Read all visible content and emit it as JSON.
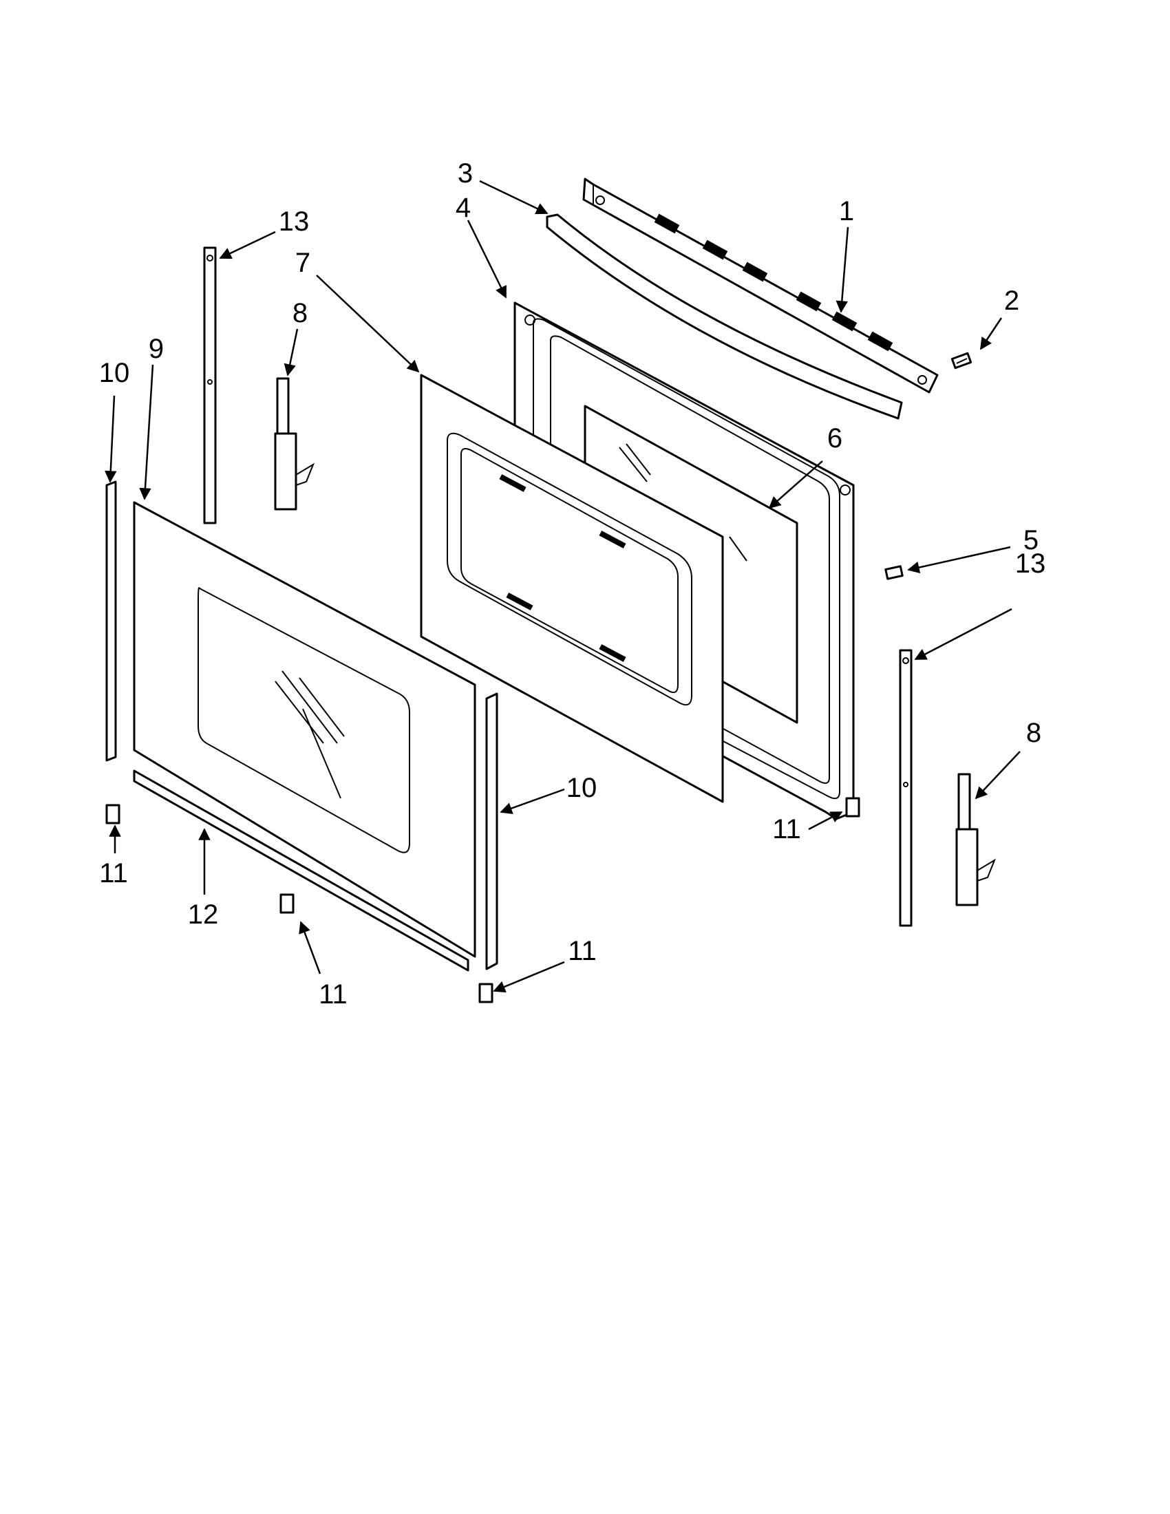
{
  "callouts": {
    "c1": "1",
    "c2": "2",
    "c3": "3",
    "c4": "4",
    "c5": "5",
    "c6": "6",
    "c7": "7",
    "c8a": "8",
    "c8b": "8",
    "c9": "9",
    "c10a": "10",
    "c10b": "10",
    "c11a": "11",
    "c11b": "11",
    "c11c": "11",
    "c11d": "11",
    "c12": "12",
    "c13a": "13",
    "c13b": "13"
  }
}
